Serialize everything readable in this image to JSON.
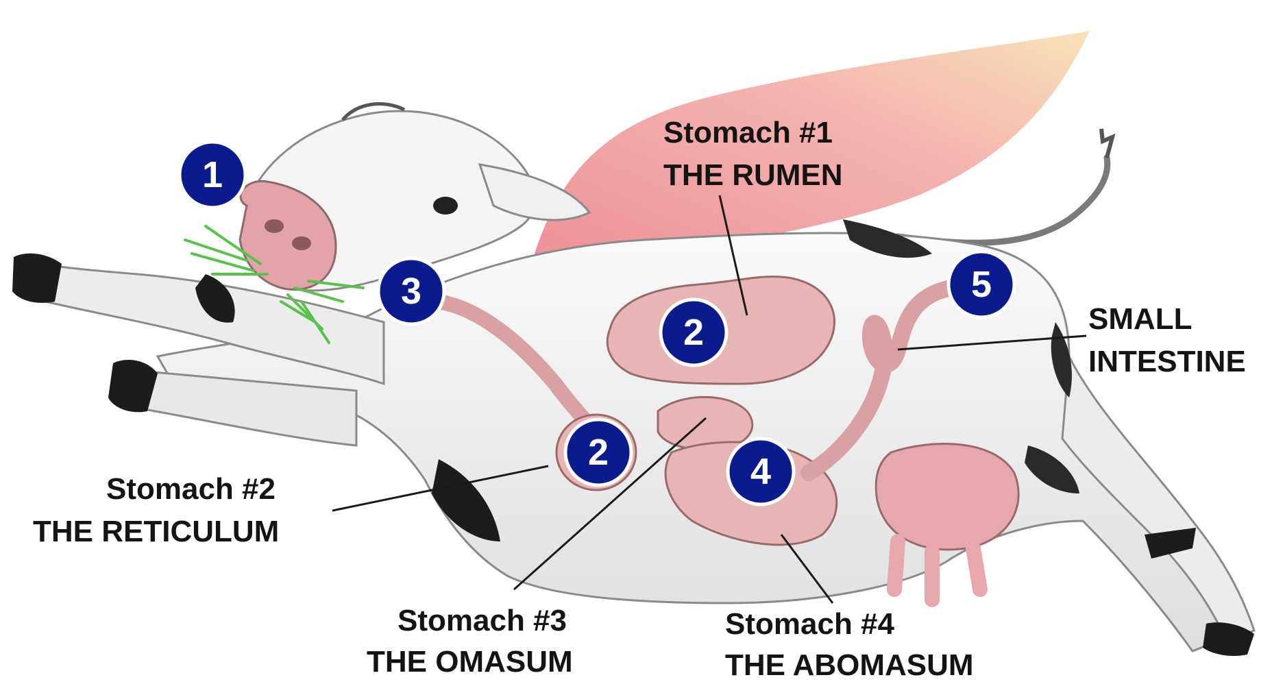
{
  "labels": {
    "rumen": {
      "line1": "Stomach #1",
      "line2": "THE RUMEN"
    },
    "reticulum": {
      "line1": "Stomach #2",
      "line2": "THE RETICULUM"
    },
    "omasum": {
      "line1": "Stomach #3",
      "line2": "THE OMASUM"
    },
    "abomasum": {
      "line1": "Stomach #4",
      "line2": "THE ABOMASUM"
    },
    "small_intestine": {
      "line1": "SMALL",
      "line2": "INTESTINE"
    }
  },
  "badges": {
    "mouth": "1",
    "rumen": "2",
    "reticulum": "2",
    "esophagus": "3",
    "abomasum": "4",
    "intestine": "5"
  },
  "colors": {
    "badge": "#0b1a8c",
    "badge_ring": "#ffffff",
    "organ": "#e8b5b5",
    "rumen_fan": "#f0a3a8",
    "cow_body": "#f1f1f1",
    "cow_spots": "#1c1c1c",
    "grass": "#58c24a"
  },
  "icons": [
    "cow-illustration",
    "grass-icon",
    "udder-icon",
    "tail-icon"
  ]
}
